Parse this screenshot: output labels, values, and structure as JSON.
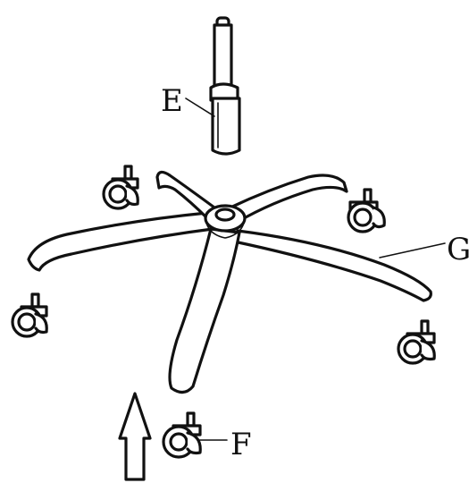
{
  "labels": {
    "gas_lift": "E",
    "caster": "F",
    "base": "G"
  },
  "icons": {
    "gas_lift": "gas-lift-cylinder",
    "base": "five-star-chair-base",
    "caster": "caster-wheel",
    "arrow": "up-arrow"
  }
}
